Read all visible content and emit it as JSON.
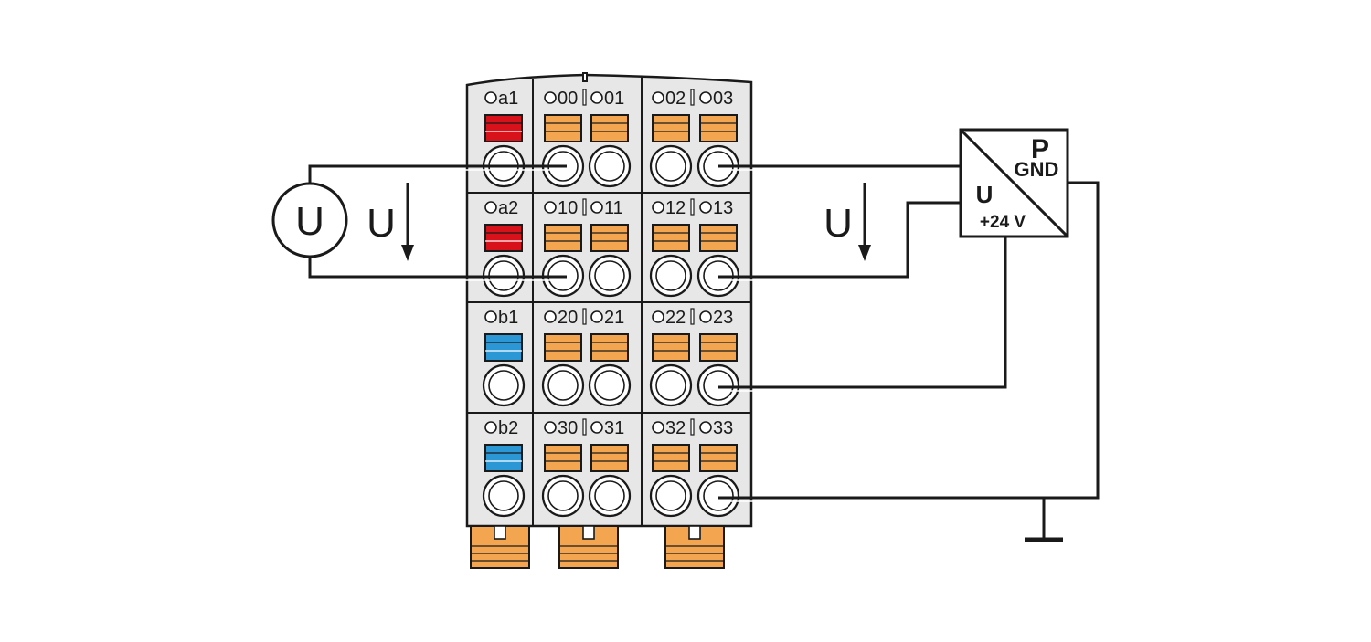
{
  "colors": {
    "line": "#1a1a1a",
    "housing": "#e7e7e7",
    "terminal_orange": "#f3a64f",
    "terminal_red": "#d8121b",
    "terminal_blue": "#2b97d4",
    "wire_highlight": "#ffffff"
  },
  "module": {
    "rows": [
      {
        "id": "row1",
        "side_label": "a1",
        "side_color": "red",
        "groups": [
          {
            "left": "00",
            "right": "01"
          },
          {
            "left": "02",
            "right": "03"
          }
        ]
      },
      {
        "id": "row2",
        "side_label": "a2",
        "side_color": "red",
        "groups": [
          {
            "left": "10",
            "right": "11"
          },
          {
            "left": "12",
            "right": "13"
          }
        ]
      },
      {
        "id": "row3",
        "side_label": "b1",
        "side_color": "blue",
        "groups": [
          {
            "left": "20",
            "right": "21"
          },
          {
            "left": "22",
            "right": "23"
          }
        ]
      },
      {
        "id": "row4",
        "side_label": "b2",
        "side_color": "blue",
        "groups": [
          {
            "left": "30",
            "right": "31"
          },
          {
            "left": "32",
            "right": "33"
          }
        ]
      }
    ]
  },
  "left_circuit": {
    "source_symbol": "U",
    "voltage_label": "U"
  },
  "right_circuit": {
    "voltage_label": "U"
  },
  "power_supply": {
    "top_label": "P",
    "top_sub_label": "GND",
    "bottom_label": "U",
    "bottom_sub_label": "+24 V"
  }
}
